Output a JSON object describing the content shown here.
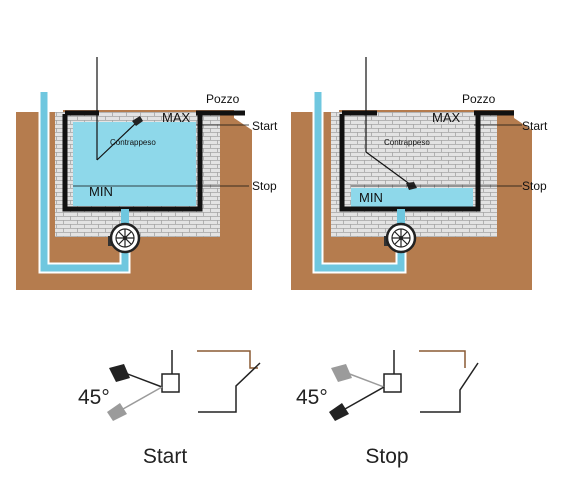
{
  "colors": {
    "soil": "#b57c4e",
    "soil_dark": "#9a6238",
    "brick": "#e3e3e3",
    "brick_line": "#9c9c9c",
    "water": "#8ed8ea",
    "water_pipe": "#6fc7df",
    "wall": "#111111",
    "float_grey": "#9b9b9b",
    "switch_brown": "#8a5a33"
  },
  "diagrams": [
    {
      "id": "start",
      "labels": {
        "well": "Pozzo",
        "max": "MAX",
        "min": "MIN",
        "start": "Start",
        "stop": "Stop",
        "counterweight": "Contrappeso"
      },
      "water_level": "high"
    },
    {
      "id": "stop",
      "labels": {
        "well": "Pozzo",
        "max": "MAX",
        "min": "MIN",
        "start": "Start",
        "stop": "Stop",
        "counterweight": "Contrappeso"
      },
      "water_level": "low"
    }
  ],
  "switches": [
    {
      "angle": "45°",
      "caption": "Start"
    },
    {
      "angle": "45°",
      "caption": "Stop"
    }
  ]
}
